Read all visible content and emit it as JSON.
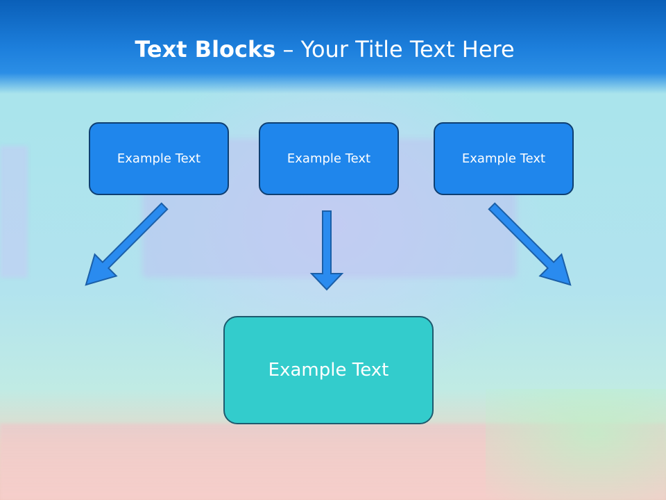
{
  "title": {
    "bold": "Text Blocks",
    "separator": " – ",
    "rest": "Your Title Text Here"
  },
  "boxes": [
    {
      "label": "Example Text"
    },
    {
      "label": "Example Text"
    },
    {
      "label": "Example Text"
    }
  ],
  "target": {
    "label": "Example Text"
  },
  "colors": {
    "header": "#1d7fdc",
    "box_fill": "#1f86ec",
    "box_border": "#0e3f72",
    "target_fill": "#33cccc",
    "arrow_fill": "#2a8bef",
    "arrow_stroke": "#1b5fa8"
  }
}
